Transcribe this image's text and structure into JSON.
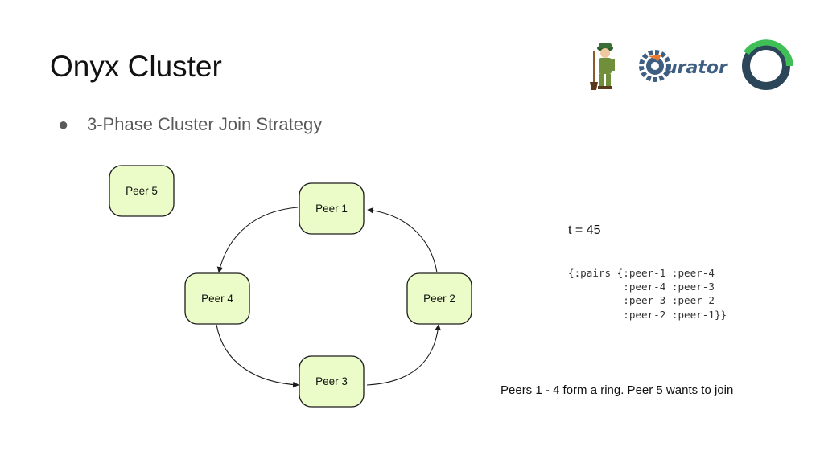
{
  "slide": {
    "title": "Onyx Cluster",
    "bullet": {
      "marker": "●",
      "text": "3-Phase Cluster Join Strategy"
    },
    "logos": {
      "icons": [
        "zookeeper-logo-icon",
        "curator-logo-icon",
        "circular-arrow-logo-icon"
      ],
      "curator_label": "urator"
    }
  },
  "diagram": {
    "nodes": {
      "peer1": "Peer 1",
      "peer2": "Peer 2",
      "peer3": "Peer 3",
      "peer4": "Peer 4",
      "peer5": "Peer 5"
    },
    "edges": [
      {
        "from": "Peer 1",
        "to": "Peer 4"
      },
      {
        "from": "Peer 4",
        "to": "Peer 3"
      },
      {
        "from": "Peer 3",
        "to": "Peer 2"
      },
      {
        "from": "Peer 2",
        "to": "Peer 1"
      }
    ],
    "colors": {
      "node_fill": "#ecfcc8",
      "node_stroke": "#1c1c1c",
      "edge": "#1c1c1c"
    }
  },
  "state": {
    "time_label": "t = 45",
    "pairs_code": "{:pairs {:peer-1 :peer-4\n         :peer-4 :peer-3\n         :peer-3 :peer-2\n         :peer-2 :peer-1}}"
  },
  "caption": "Peers 1 - 4 form a ring. Peer 5 wants to join"
}
